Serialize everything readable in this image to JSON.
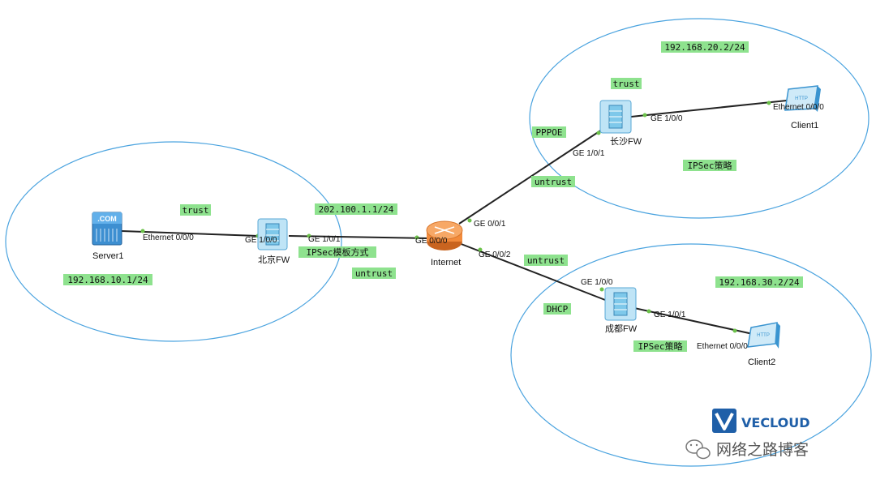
{
  "devices": {
    "server1": "Server1",
    "server1_icon_text": ".COM",
    "beijing_fw": "北京FW",
    "internet": "Internet",
    "changsha_fw": "长沙FW",
    "chengdu_fw": "成都FW",
    "client1": "Client1",
    "client2": "Client2",
    "client_icon_text": "HTTP"
  },
  "ports": {
    "server1_eth": "Ethernet 0/0/0",
    "beijing_ge100": "GE 1/0/0",
    "beijing_ge101": "GE 1/0/1",
    "internet_ge000": "GE 0/0/0",
    "internet_ge001": "GE 0/0/1",
    "internet_ge002": "GE 0/0/2",
    "changsha_ge101": "GE 1/0/1",
    "changsha_ge100": "GE 1/0/0",
    "client1_eth": "Ethernet 0/0/0",
    "chengdu_ge100": "GE 1/0/0",
    "chengdu_ge101": "GE 1/0/1",
    "client2_eth": "Ethernet 0/0/0"
  },
  "labels": {
    "bj_trust": "trust",
    "bj_untrust": "untrust",
    "bj_subnet": "192.168.10.1/24",
    "bj_wan_ip": "202.100.1.1/24",
    "bj_ipsec": "IPSec模板方式",
    "cs_subnet": "192.168.20.2/24",
    "cs_trust": "trust",
    "cs_pppoe": "PPPOE",
    "cs_untrust": "untrust",
    "cs_ipsec": "IPSec策略",
    "cd_untrust": "untrust",
    "cd_subnet": "192.168.30.2/24",
    "cd_dhcp": "DHCP",
    "cd_ipsec": "IPSec策略"
  },
  "watermark": {
    "logo_text": "VECLOUD",
    "wechat_text": "网络之路博客"
  },
  "colors": {
    "zone_circle": "#4aa3df",
    "tag_bg": "#8ee28e",
    "link": "#222222",
    "port_dot": "#6cc24a",
    "router": "#f28b3c",
    "firewall": "#7ec8ea"
  }
}
